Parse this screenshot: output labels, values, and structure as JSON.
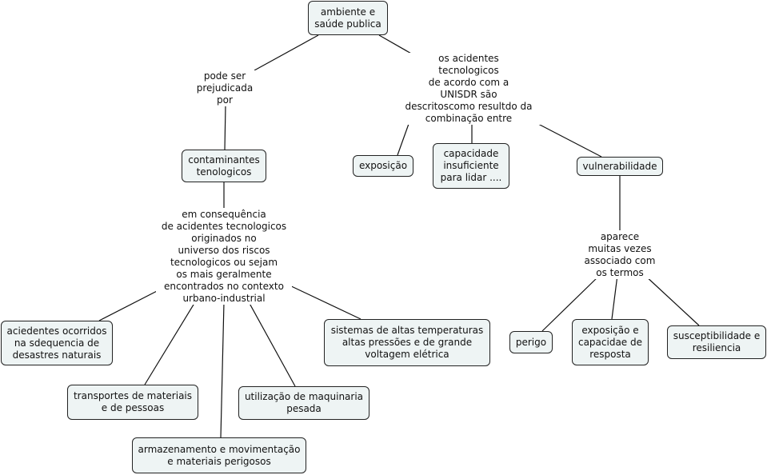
{
  "nodes": {
    "root": "ambiente e\nsaúde publica",
    "contaminantes": "contaminantes\ntenologicos",
    "exposicao": "exposição",
    "capacidade": "capacidade\ninsuficiente\npara lidar ....",
    "vulnerabilidade": "vulnerabilidade",
    "acidentes_naturais": "aciedentes ocorridos\nna sdequencia de\ndesastres naturais",
    "transportes": "transportes de materiais\ne de pessoas",
    "armazenamento": "armazenamento e movimentação\ne materiais perigosos",
    "maquinaria": "utilização de maquinaria\npesada",
    "sistemas": "sistemas de altas temperaturas\naltas pressões e de grande\nvoltagem elétrica",
    "perigo": "perigo",
    "exposicao_capacidade": "exposição e\ncapacidae de\nresposta",
    "susceptibilidade": "susceptibilidade e\nresiliencia"
  },
  "links": {
    "prejudicada": "pode ser\nprejudicada\npor",
    "acidentes_tec": "os acidentes\ntecnologicos\nde acordo com a\nUNISDR são\ndescritoscomo resultdo da\ncombinação entre",
    "consequencia": "em consequência\nde acidentes tecnologicos\noriginados no\nuniverso dos riscos\ntecnologicos ou sejam\nos mais geralmente\nencontrados no contexto\nurbano-industrial",
    "aparece": "aparece\nmuitas vezes\nassociado com\nos termos"
  }
}
